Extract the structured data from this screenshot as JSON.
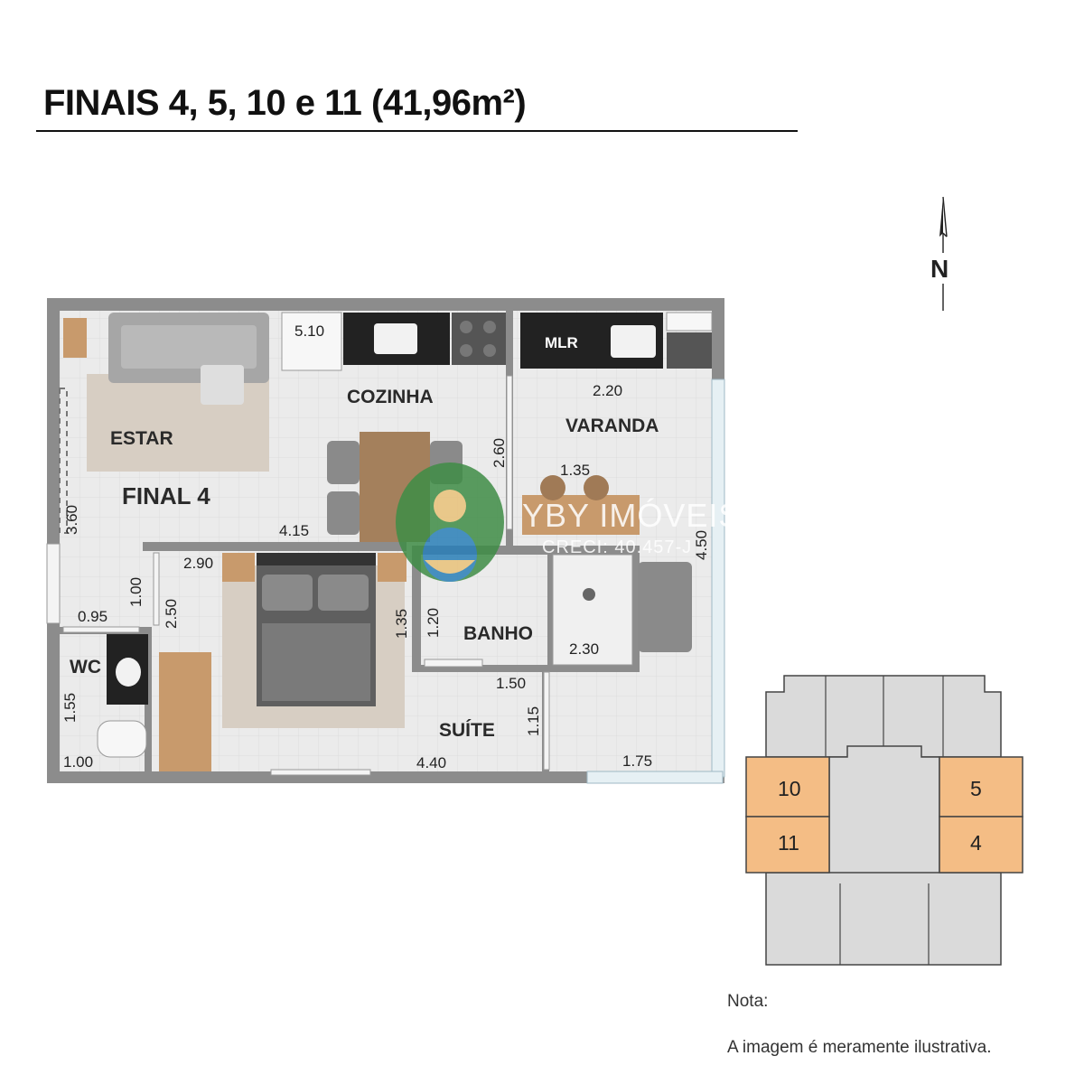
{
  "header": {
    "title": "FINAIS 4, 5, 10 e 11 (41,96m²)"
  },
  "compass": {
    "letter": "N"
  },
  "plan": {
    "unit_label": "FINAL 4",
    "rooms": {
      "estar": "ESTAR",
      "cozinha": "COZINHA",
      "varanda": "VARANDA",
      "banho": "BANHO",
      "suite": "SUÍTE",
      "wc": "WC"
    },
    "appliance_label": "MLR",
    "dimensions": {
      "d510": "5.10",
      "d220": "2.20",
      "d260": "2.60",
      "d135a": "1.35",
      "d360": "3.60",
      "d415": "4.15",
      "d450": "4.50",
      "d290": "2.90",
      "d100a": "1.00",
      "d250": "2.50",
      "d135b": "1.35",
      "d120": "1.20",
      "d230": "2.30",
      "d095": "0.95",
      "d155": "1.55",
      "d150": "1.50",
      "d115": "1.15",
      "d100b": "1.00",
      "d440": "4.40",
      "d175": "1.75"
    }
  },
  "key_plan": {
    "units": [
      "10",
      "5",
      "11",
      "4"
    ],
    "highlight_color": "#f4bd85"
  },
  "watermark": {
    "name": "YBY IMÓVEIS",
    "creci": "CRECI: 40.457-J"
  },
  "note": {
    "heading": "Nota:",
    "text": "A imagem é meramente ilustrativa."
  }
}
